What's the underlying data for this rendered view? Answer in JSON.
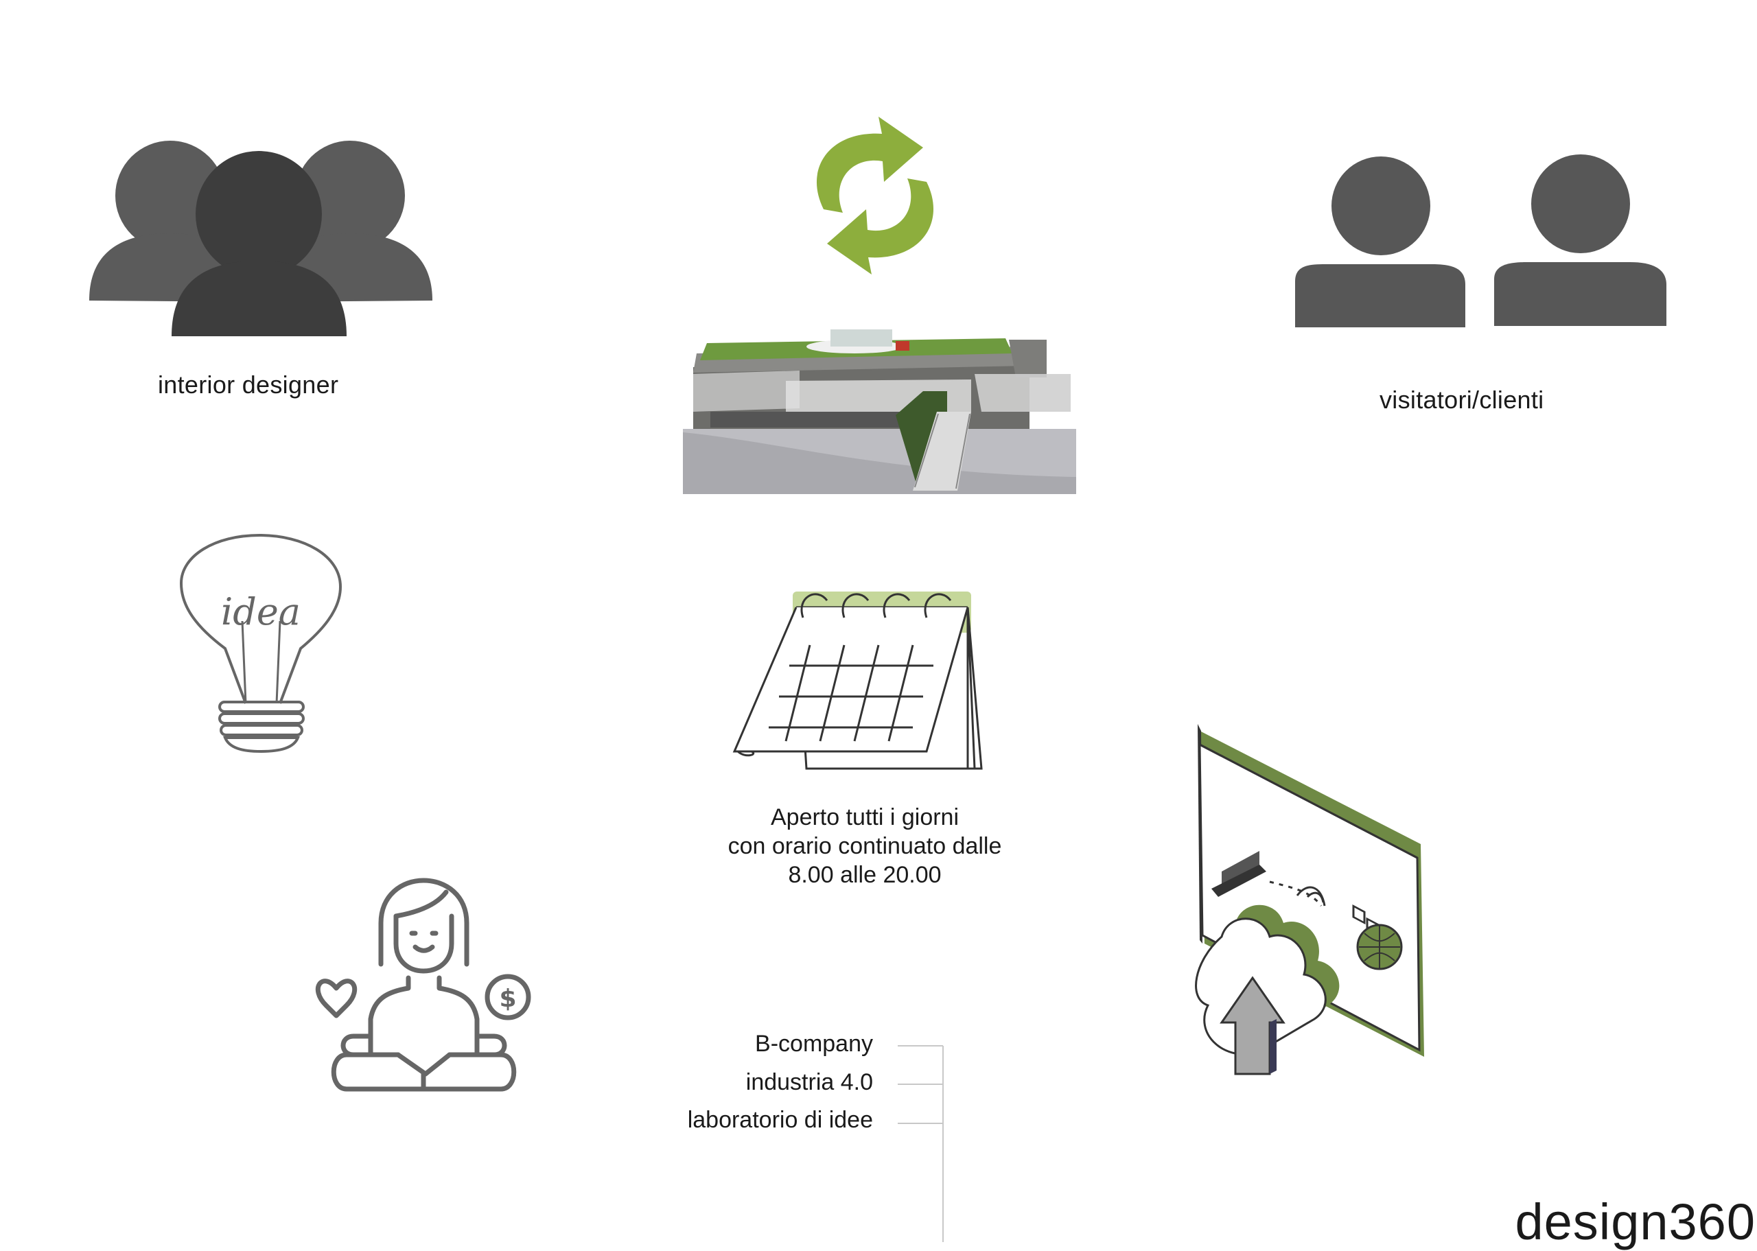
{
  "labels": {
    "interior_designer": "interior designer",
    "visitors": "visitatori/clienti",
    "idea_word": "idea"
  },
  "hours": {
    "line1": "Aperto tutti i giorni",
    "line2": "con orario continuato dalle",
    "line3": "8.00 alle 20.00"
  },
  "list": [
    "B-company",
    "industria 4.0",
    "laboratorio di idee"
  ],
  "brand": "design360",
  "icons": {
    "group": "people-group-icon",
    "sync": "refresh-arrows-icon",
    "building": "building-render-image",
    "visitors": "two-users-icon",
    "bulb": "lightbulb-idea-icon",
    "calendar": "calendar-icon",
    "meditation": "meditation-balance-icon",
    "cloud": "cloud-upload-browser-icon"
  },
  "colors": {
    "accent_green": "#8dae3d",
    "calendar_green": "#c5d79a",
    "olive": "#6f8a45",
    "icon_grey": "#575757",
    "icon_dark": "#3d3d3d",
    "line_grey": "#666666"
  }
}
